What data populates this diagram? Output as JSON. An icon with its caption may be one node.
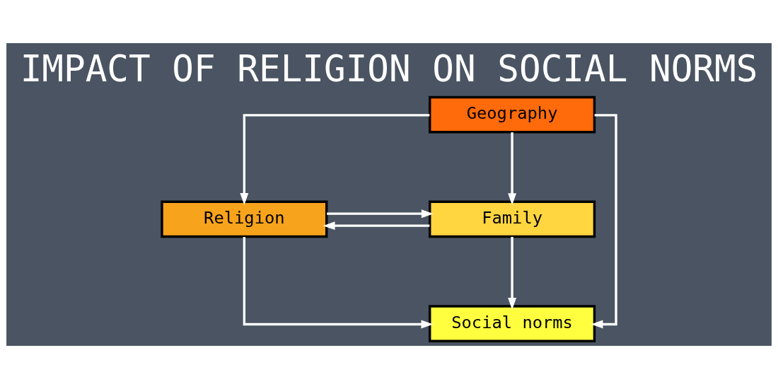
{
  "diagram": {
    "title": "IMPACT OF RELIGION ON SOCIAL NORMS",
    "nodes": [
      {
        "text": [
          "Geography"
        ]
      },
      {
        "text": [
          "Religion"
        ]
      },
      {
        "text": [
          "Family"
        ]
      },
      {
        "text": [
          "Social norms"
        ]
      }
    ],
    "edges": [
      {
        "from": 0,
        "to": 1,
        "arrow": "to"
      },
      {
        "from": 0,
        "to": 2,
        "arrow": "to"
      },
      {
        "from": 0,
        "to": 3,
        "arrow": "to"
      },
      {
        "from": 1,
        "to": 2,
        "arrow": "to"
      },
      {
        "from": 2,
        "to": 1,
        "arrow": "to"
      },
      {
        "from": 2,
        "to": 3,
        "arrow": "to"
      },
      {
        "from": 1,
        "to": 3,
        "arrow": "to"
      }
    ]
  }
}
